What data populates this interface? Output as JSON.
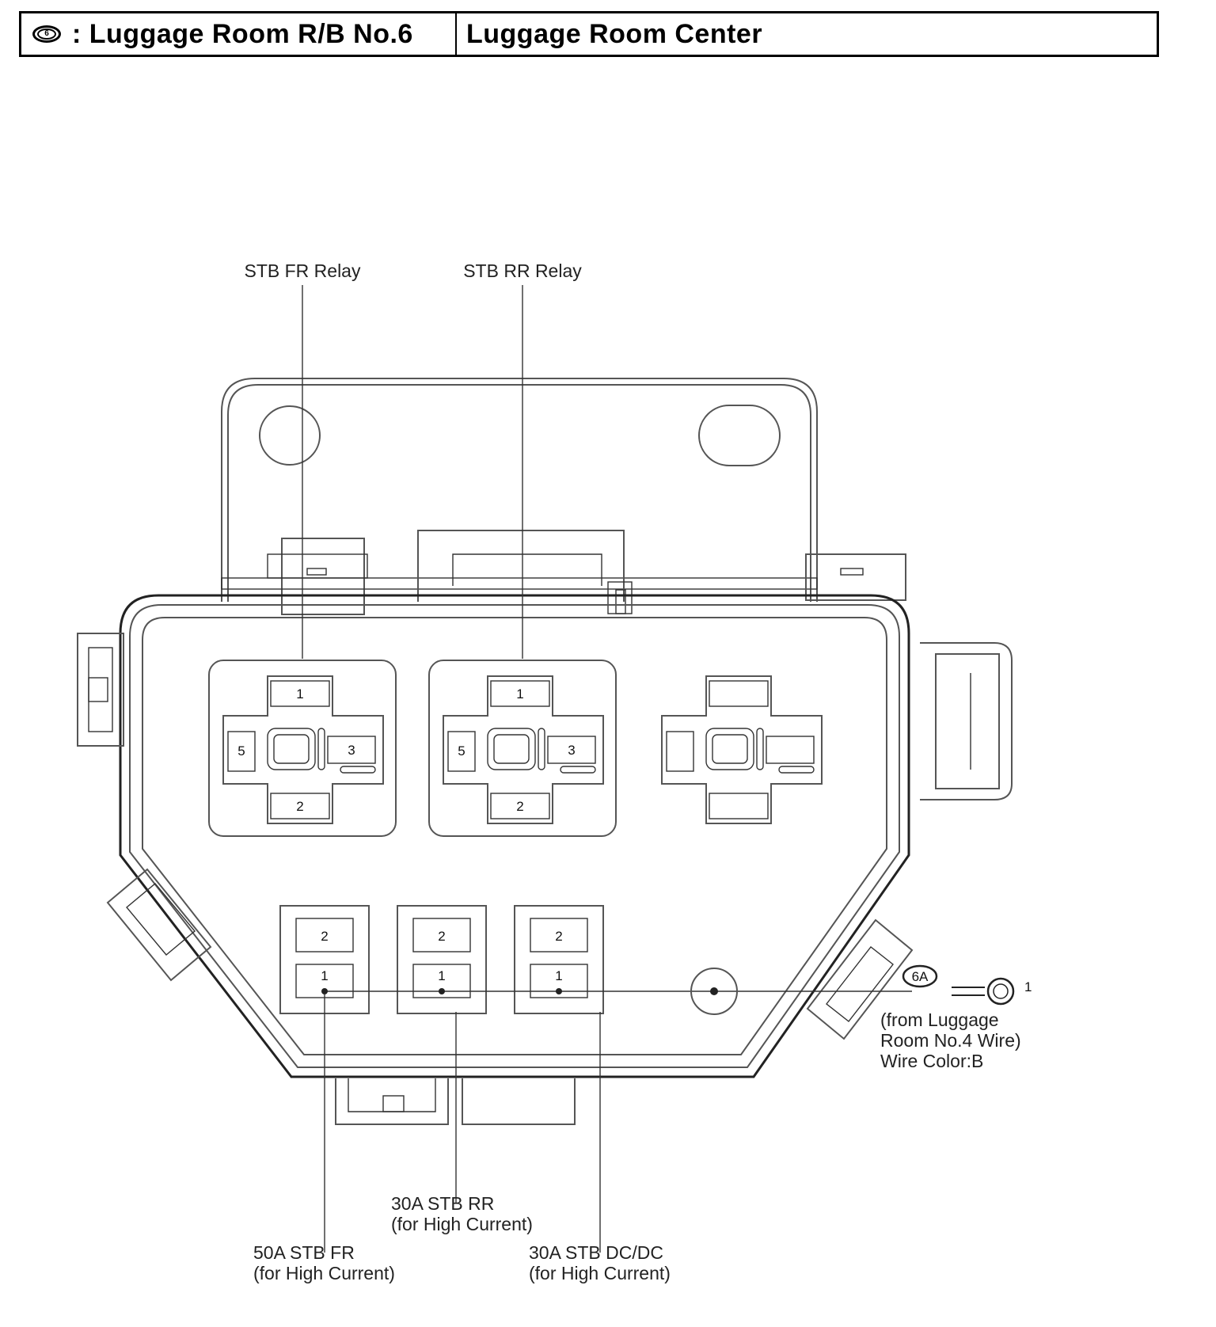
{
  "header": {
    "badge_number": "6",
    "title": ": Luggage Room R/B No.6",
    "subtitle": "Luggage Room Center"
  },
  "relays": [
    {
      "label": "STB FR Relay",
      "pins": [
        "1",
        "5",
        "3",
        "2"
      ]
    },
    {
      "label": "STB RR Relay",
      "pins": [
        "1",
        "5",
        "3",
        "2"
      ]
    }
  ],
  "fuses": [
    {
      "label_line1": "50A STB FR",
      "label_line2": "(for High Current)",
      "pin_top": "2",
      "pin_bottom": "1"
    },
    {
      "label_line1": "30A STB RR",
      "label_line2": "(for High Current)",
      "pin_top": "2",
      "pin_bottom": "1"
    },
    {
      "label_line1": "30A STB DC/DC",
      "label_line2": "(for High Current)",
      "pin_top": "2",
      "pin_bottom": "1"
    }
  ],
  "connector": {
    "code": "6A",
    "pin": "1",
    "note_line1": "(from Luggage",
    "note_line2": "Room No.4 Wire)",
    "note_line3": "Wire Color:B"
  }
}
